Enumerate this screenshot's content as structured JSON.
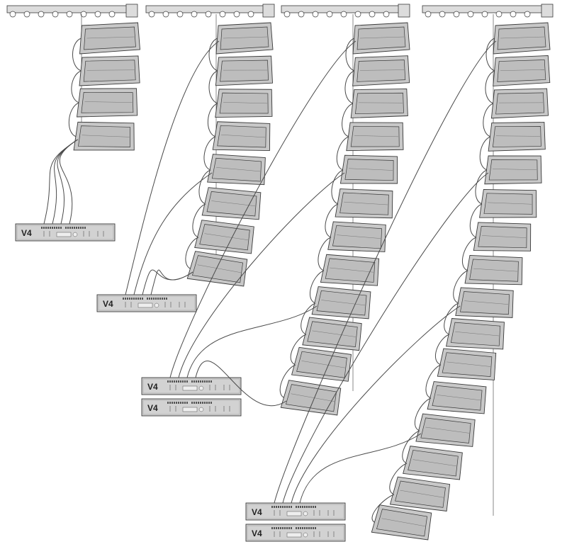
{
  "colors": {
    "background": "#ffffff",
    "stroke": "#3a3a3a",
    "speaker_fill": "#c8c8c8",
    "grille_fill": "#bdbdbd",
    "amp_fill": "#d2d2d2",
    "bar_fill": "#dcdcdc",
    "cable": "#4a4a4a"
  },
  "arrays": [
    {
      "name": "array-4-box",
      "boxes": 4,
      "amplifiers": 1,
      "amp_label": "V4"
    },
    {
      "name": "array-8-box",
      "boxes": 8,
      "amplifiers": 1,
      "amp_label": "V4"
    },
    {
      "name": "array-12-box",
      "boxes": 12,
      "amplifiers": 2,
      "amp_label": "V4"
    },
    {
      "name": "array-16-box",
      "boxes": 16,
      "amplifiers": 2,
      "amp_label": "V4"
    }
  ]
}
